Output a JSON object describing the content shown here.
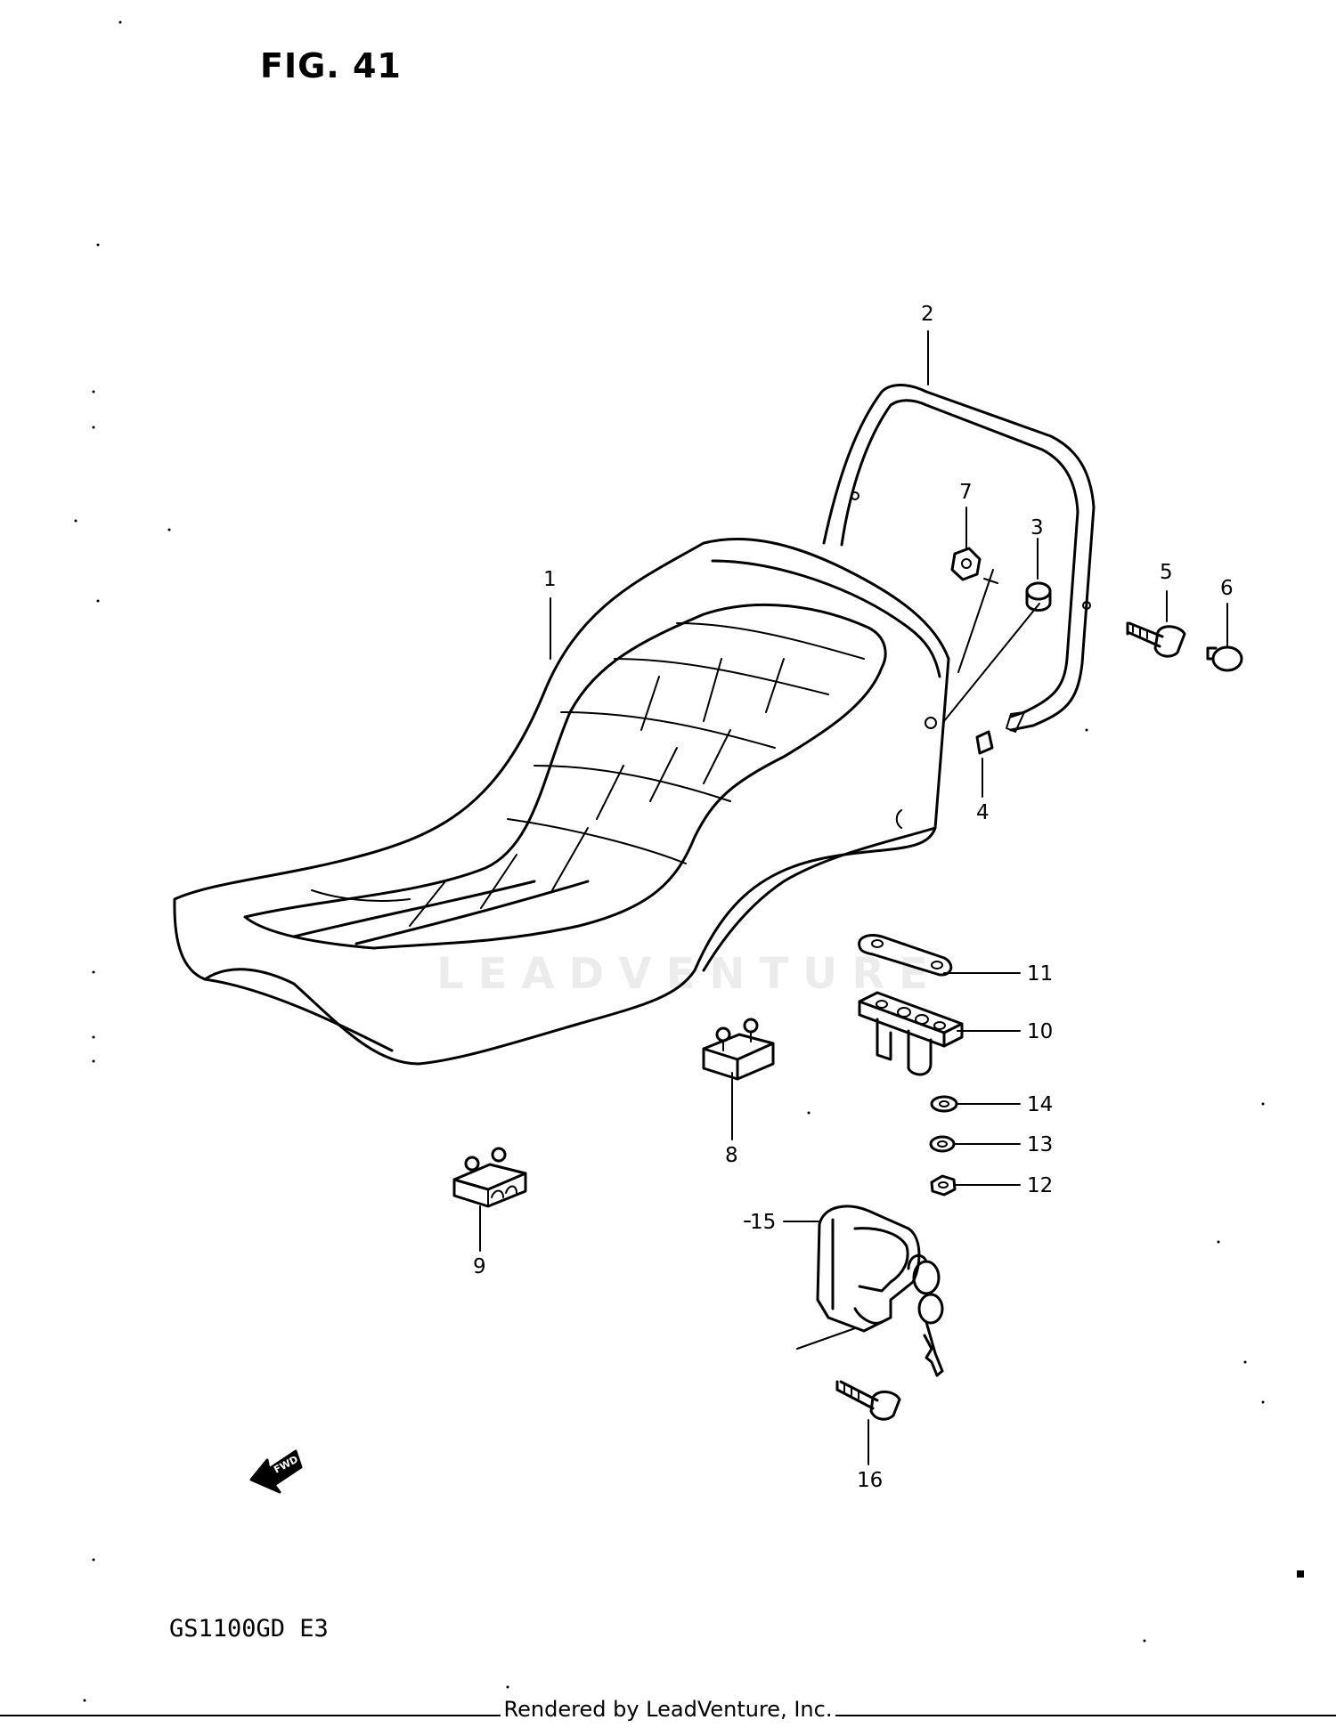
{
  "figure": {
    "title": "FIG. 41",
    "model": "GS1100GD  E3",
    "watermark": "LEADVENTURE",
    "footer": "Rendered by LeadVenture, Inc.",
    "fwd_label": "FWD"
  },
  "callouts": [
    {
      "number": "1"
    },
    {
      "number": "2"
    },
    {
      "number": "3"
    },
    {
      "number": "4"
    },
    {
      "number": "5"
    },
    {
      "number": "6"
    },
    {
      "number": "7"
    },
    {
      "number": "8"
    },
    {
      "number": "9"
    },
    {
      "number": "10"
    },
    {
      "number": "11"
    },
    {
      "number": "12"
    },
    {
      "number": "13"
    },
    {
      "number": "14"
    },
    {
      "number": "15"
    },
    {
      "number": "16"
    }
  ]
}
